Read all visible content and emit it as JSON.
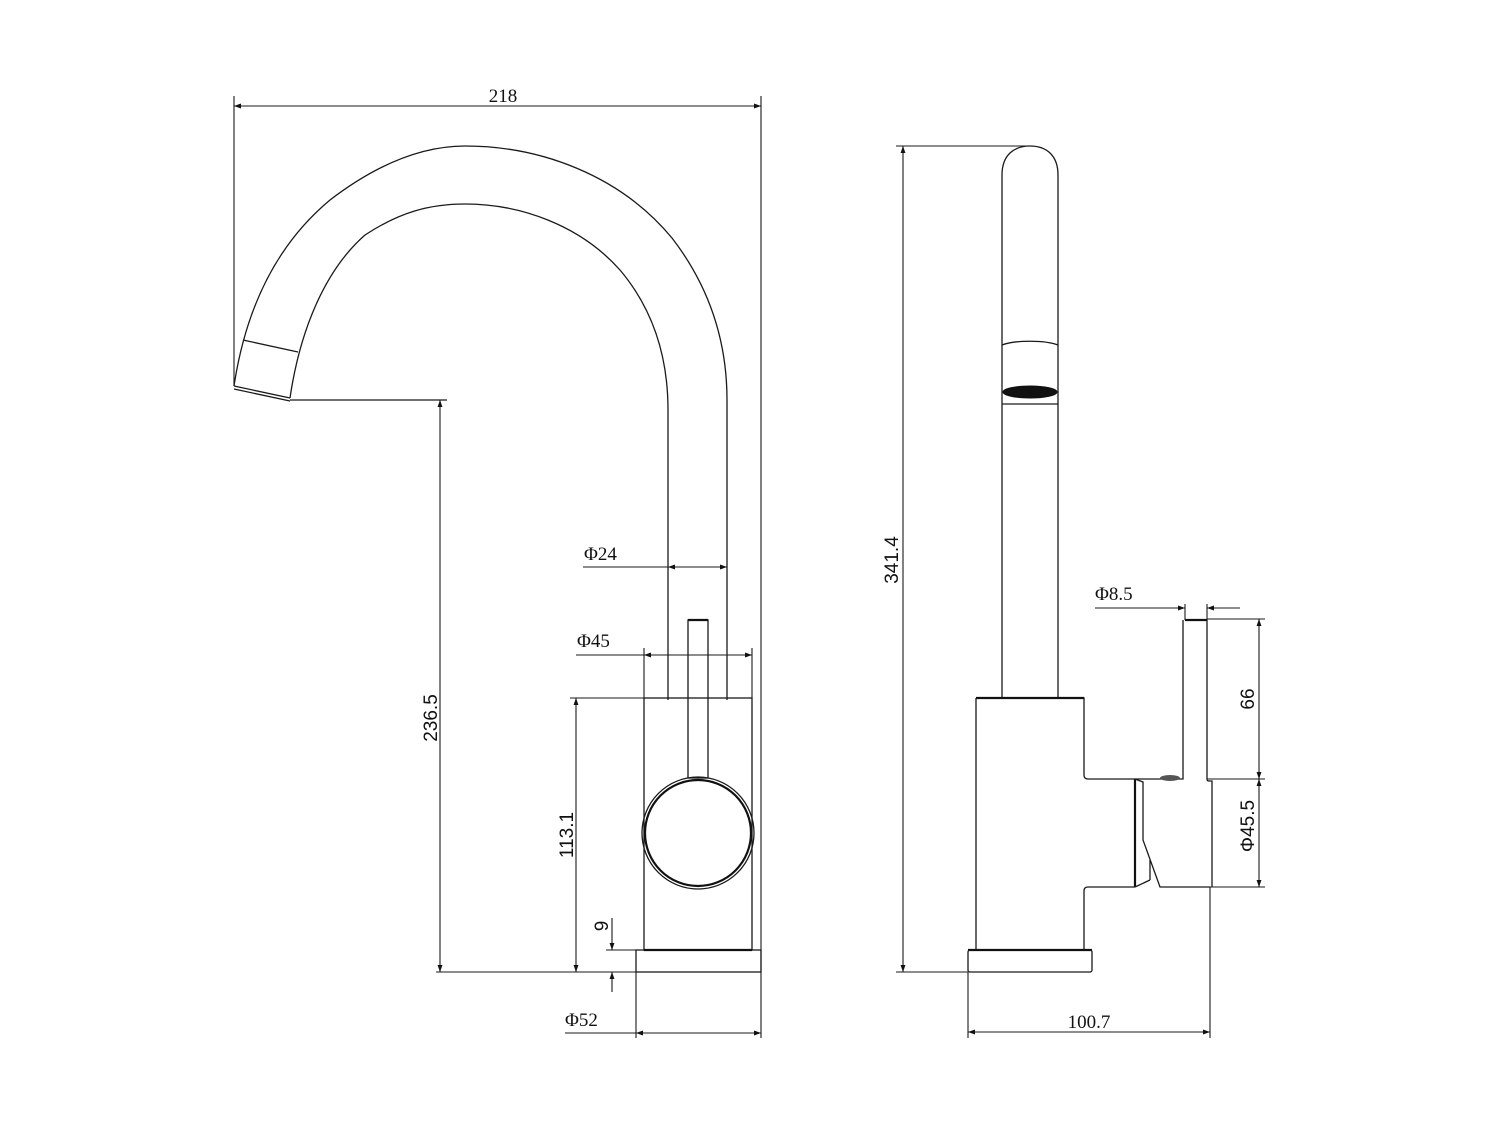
{
  "drawing": {
    "title": "Faucet technical drawing",
    "units": "mm",
    "line_color": "#1a1a1a",
    "background": "#ffffff"
  },
  "front_view": {
    "dimensions": {
      "overall_width": "218",
      "spout_height": "236.5",
      "spout_diameter": "Φ24",
      "body_diameter": "Φ45",
      "body_height": "113.1",
      "base_thickness": "9",
      "base_diameter": "Φ52"
    }
  },
  "side_view": {
    "dimensions": {
      "overall_height": "341.4",
      "handle_diameter": "Φ8.5",
      "handle_length": "66",
      "handle_hub_diameter": "Φ45.5",
      "overall_depth": "100.7"
    }
  }
}
